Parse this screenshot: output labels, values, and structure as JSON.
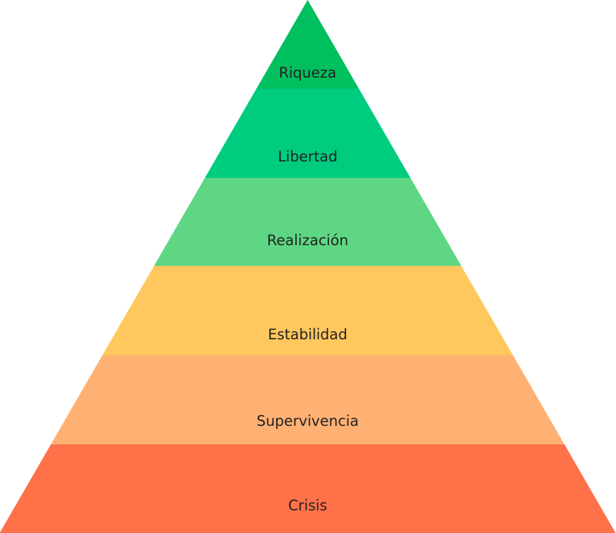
{
  "pyramid": {
    "levels": [
      {
        "label": "Riqueza",
        "color": "#00BF5F"
      },
      {
        "label": "Libertad",
        "color": "#00CC80"
      },
      {
        "label": "Realización",
        "color": "#5ED683"
      },
      {
        "label": "Estabilidad",
        "color": "#FFC85F"
      },
      {
        "label": "Supervivencia",
        "color": "#FFB174"
      },
      {
        "label": "Crisis",
        "color": "#FF7148"
      }
    ]
  }
}
